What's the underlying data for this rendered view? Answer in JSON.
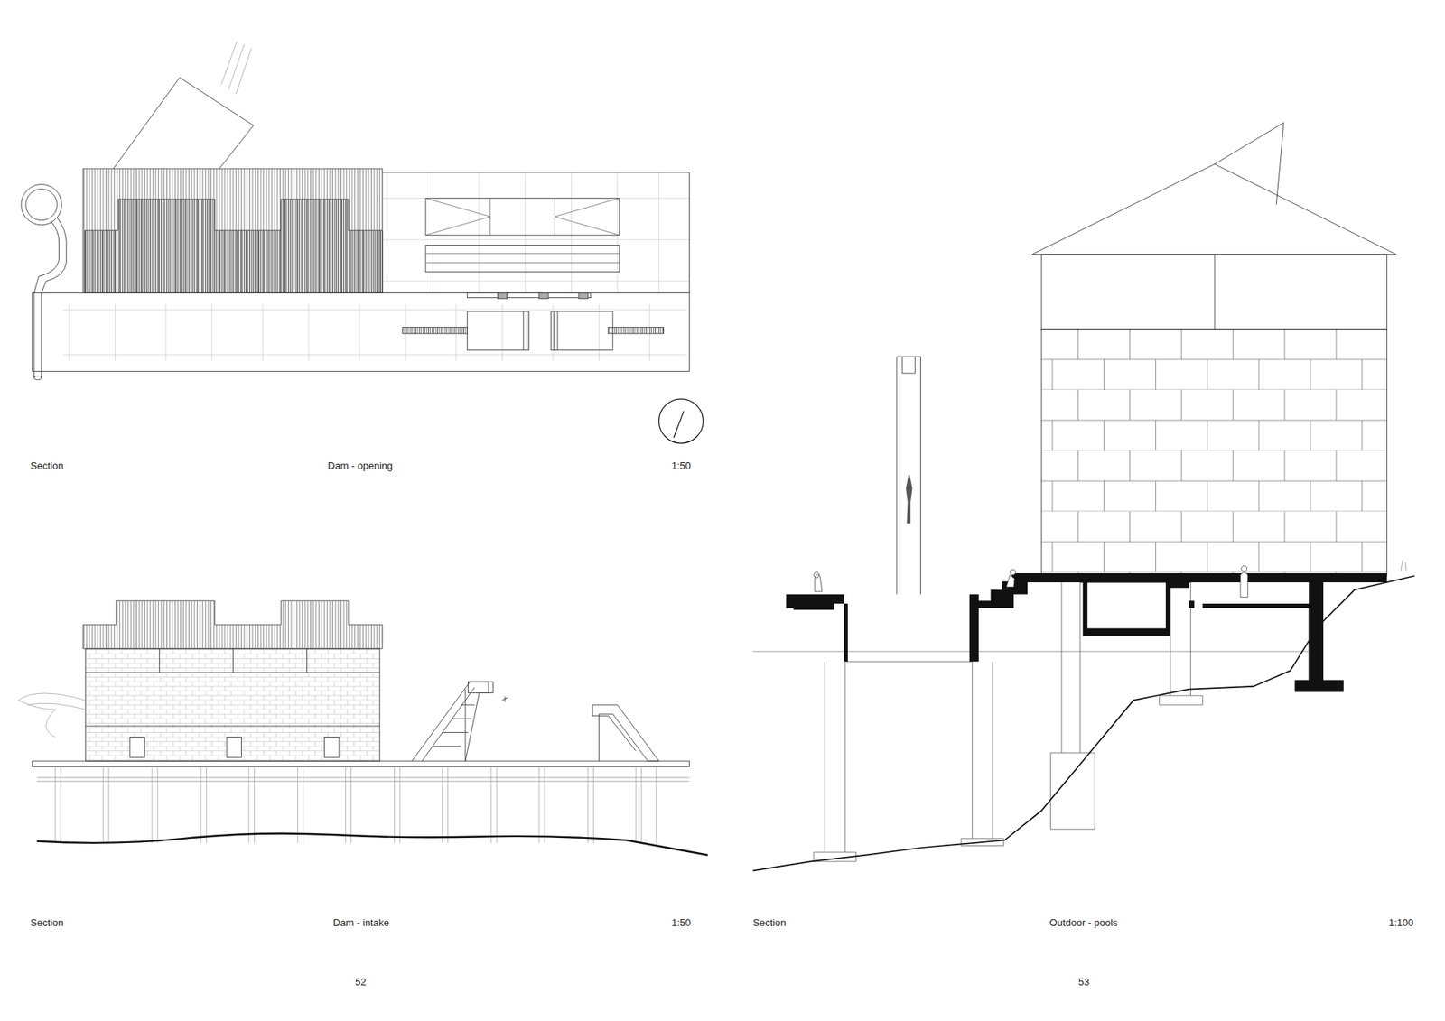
{
  "diagram": {
    "labels": [
      "Section",
      "Dam - opening",
      "1:50",
      "Section",
      "Dam - intake",
      "1:50",
      "Section",
      "Outdoor - pools",
      "1:100",
      "52",
      "53"
    ]
  }
}
